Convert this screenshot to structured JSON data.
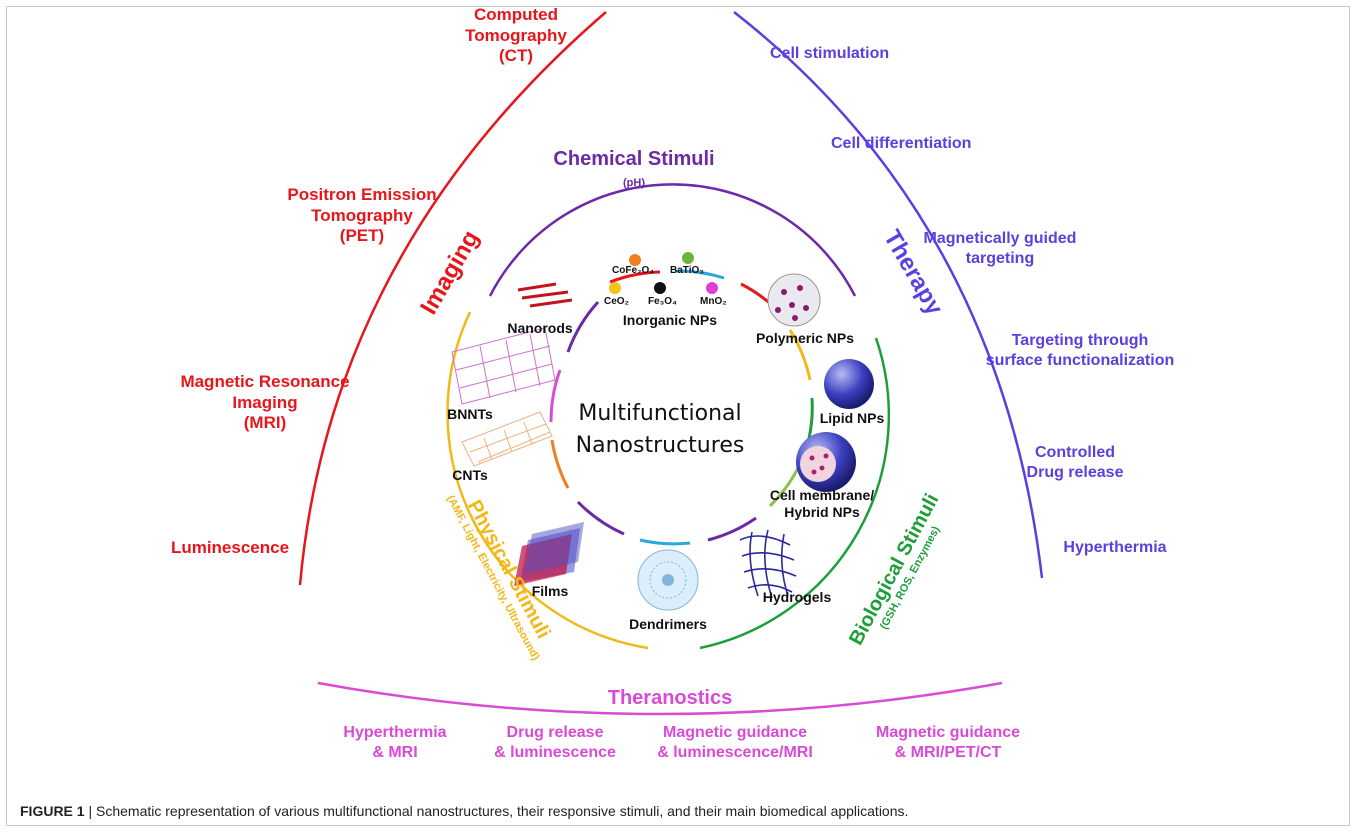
{
  "imaging": {
    "title": "Imaging",
    "items": [
      "Computed\nTomography\n(CT)",
      "Positron Emission\nTomography\n(PET)",
      "Magnetic Resonance\nImaging\n(MRI)",
      "Luminescence"
    ],
    "color": "#e8161b"
  },
  "therapy": {
    "title": "Therapy",
    "items": [
      "Cell stimulation",
      "Cell differentiation",
      "Magnetically guided\ntargeting",
      "Targeting through\nsurface functionalization",
      "Controlled\nDrug release",
      "Hyperthermia"
    ],
    "color": "#5b3fe0"
  },
  "theranostics": {
    "title": "Theranostics",
    "items": [
      "Hyperthermia\n& MRI",
      "Drug release\n& luminescence",
      "Magnetic guidance\n& luminescence/MRI",
      "Magnetic guidance\n& MRI/PET/CT"
    ],
    "color": "#d94ad6"
  },
  "stimuli": {
    "chemical": {
      "title": "Chemical Stimuli",
      "sub": "(pH)",
      "color": "#6b2aa6"
    },
    "physical": {
      "title": "Physical Stimuli",
      "sub": "(AMF, Light, Electricity, Ultrasound)",
      "color": "#f2b818"
    },
    "biological": {
      "title": "Biological Stimuli",
      "sub": "(GSH, ROS, Enzymes)",
      "color": "#1e9e3a"
    }
  },
  "center": {
    "title": "Multifunctional\nNanostructures"
  },
  "nanostructures": {
    "nanorods": "Nanorods",
    "inorganic": "Inorganic NPs",
    "polymeric": "Polymeric NPs",
    "lipid": "Lipid NPs",
    "hybrid": "Cell membrane/\nHybrid NPs",
    "hydrogels": "Hydrogels",
    "dendrimers": "Dendrimers",
    "films": "Films",
    "cnts": "CNTs",
    "bnnts": "BNNTs"
  },
  "inorganic_np": {
    "cofe": "CoFe₂O₄",
    "batio": "BaTiO₃",
    "ceo": "CeO₂",
    "feo": "Fe₃O₄",
    "mno": "MnO₂"
  },
  "caption": {
    "label": "FIGURE 1",
    "text": " | Schematic representation of various multifunctional nanostructures, their responsive stimuli, and their main biomedical applications."
  }
}
